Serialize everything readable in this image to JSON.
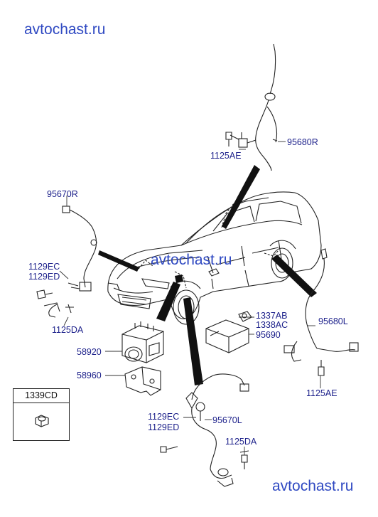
{
  "watermarks": {
    "top_left": "avtochast.ru",
    "center": "avtochast.ru",
    "bottom_right": "avtochast.ru"
  },
  "parts": {
    "p95680R": "95680R",
    "p1125AE_top": "1125AE",
    "p95670R": "95670R",
    "p1129EC_left": "1129EC",
    "p1129ED_left": "1129ED",
    "p1125DA_left": "1125DA",
    "p58920": "58920",
    "p58960": "58960",
    "p1337AB": "1337AB",
    "p1338AC": "1338AC",
    "p95690": "95690",
    "p95680L": "95680L",
    "p1125AE_right": "1125AE",
    "p1339CD": "1339CD",
    "p1129EC_bottom": "1129EC",
    "p1129ED_bottom": "1129ED",
    "p95670L": "95670L",
    "p1125DA_bottom": "1125DA"
  },
  "colors": {
    "label": "#1b1f8a",
    "watermark": "#2f49c2",
    "line": "#222222"
  }
}
